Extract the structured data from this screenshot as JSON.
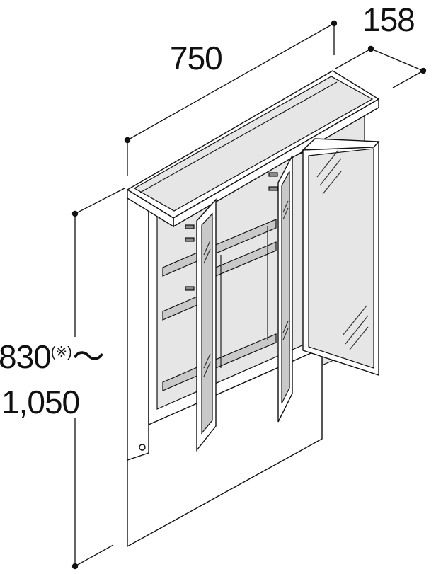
{
  "dimensions": {
    "width": "750",
    "depth": "158",
    "height_min": "830",
    "height_note": "(※)",
    "height_sep": "～",
    "height_max": "1,050"
  },
  "colors": {
    "line": "#111111",
    "shade": "#c9c9c9",
    "shade_light": "#e6e6e6",
    "shade_dark": "#8c8c8c",
    "background": "#ffffff"
  }
}
